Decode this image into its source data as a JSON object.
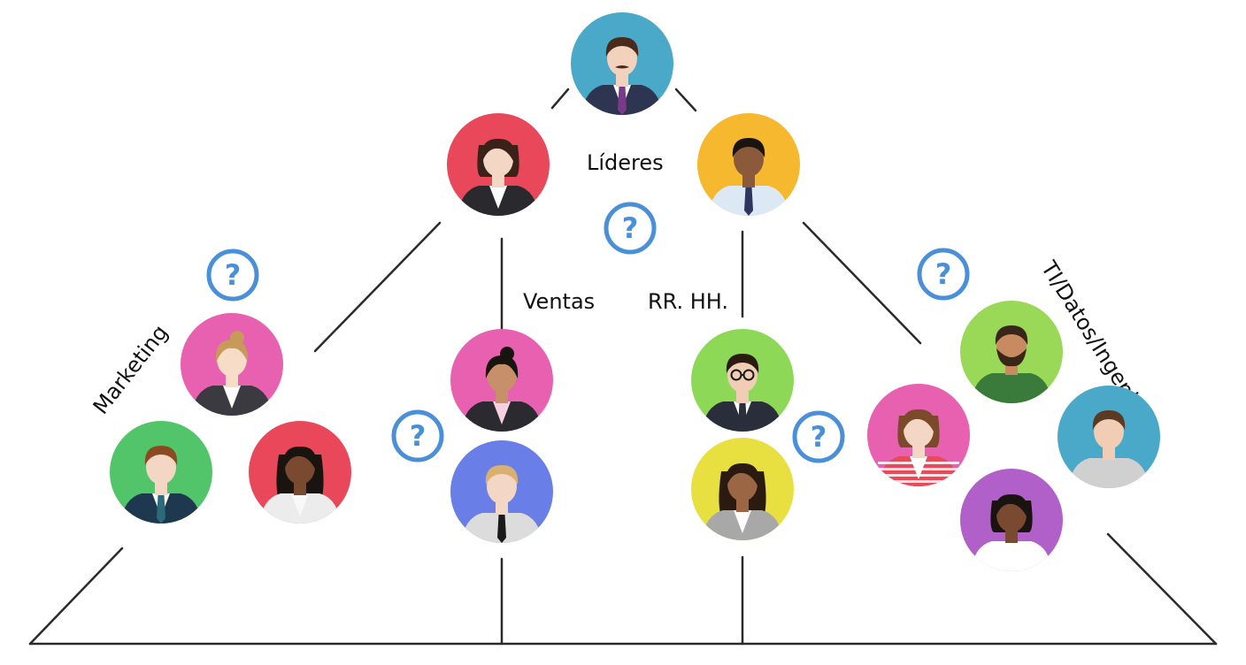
{
  "labels": {
    "leaders": "Líderes",
    "sales": "Ventas",
    "hr": "RR. HH.",
    "marketing": "Marketing",
    "it": "TI/Datos/Ingeniería"
  },
  "question_mark": "?",
  "colors": {
    "line": "#2b2b2b",
    "question_ring": "#4a90d9",
    "text": "#111111"
  },
  "people": [
    {
      "name": "ceo",
      "bg": "#4aa8c8",
      "suit": "#2d3550",
      "shirt": "#ffffff",
      "tie": "#7a3a8a",
      "skin": "#f2d2bc",
      "hair": "#4a2a1a",
      "hairStyle": "short",
      "mustache": true
    },
    {
      "name": "leader-left",
      "bg": "#e8485a",
      "suit": "#2a2a2e",
      "shirt": "#ffffff",
      "tie": null,
      "skin": "#f4d6c4",
      "hair": "#3a2218",
      "hairStyle": "bob"
    },
    {
      "name": "leader-right",
      "bg": "#f5b82e",
      "suit": "#dde8f5",
      "shirt": "#dde8f5",
      "tie": "#2d3560",
      "skin": "#8a5a3a",
      "hair": "#1a1410",
      "hairStyle": "short"
    },
    {
      "name": "marketing-1",
      "bg": "#e860b0",
      "suit": "#3a3a40",
      "shirt": "#ffffff",
      "tie": null,
      "skin": "#f7dcc8",
      "hair": "#c89a5a",
      "hairStyle": "bun"
    },
    {
      "name": "marketing-2",
      "bg": "#52c46a",
      "suit": "#1e3850",
      "shirt": "#ffffff",
      "tie": "#2a6a7a",
      "skin": "#f4d6c4",
      "hair": "#8a4a22",
      "hairStyle": "short"
    },
    {
      "name": "marketing-3",
      "bg": "#e8485a",
      "suit": "#ececec",
      "shirt": "#f8f8f8",
      "tie": null,
      "skin": "#7a4a30",
      "hair": "#1a1410",
      "hairStyle": "long"
    },
    {
      "name": "sales-1",
      "bg": "#e860b0",
      "suit": "#2a2a30",
      "shirt": "#f5d0e0",
      "tie": null,
      "skin": "#c8906a",
      "hair": "#1a1410",
      "hairStyle": "bun"
    },
    {
      "name": "sales-2",
      "bg": "#6a7ee8",
      "suit": "#dcdcdc",
      "shirt": "#dcdcdc",
      "tie": "#1a1a1a",
      "skin": "#f4d6c4",
      "hair": "#d8b070",
      "hairStyle": "short"
    },
    {
      "name": "hr-1",
      "bg": "#8ed858",
      "suit": "#2a2e3a",
      "shirt": "#ffffff",
      "tie": "#2a2e3a",
      "skin": "#f0cdb4",
      "hair": "#2a1a10",
      "hairStyle": "short",
      "glasses": true
    },
    {
      "name": "hr-2",
      "bg": "#e8e040",
      "suit": "#a8a8a8",
      "shirt": "#ffffff",
      "tie": null,
      "skin": "#9a6644",
      "hair": "#2a1a10",
      "hairStyle": "long"
    },
    {
      "name": "it-1",
      "bg": "#9ad858",
      "suit": "#3a7a3a",
      "shirt": "#3a7a3a",
      "tie": null,
      "skin": "#c88a60",
      "hair": "#3a2618",
      "hairStyle": "short",
      "beard": true
    },
    {
      "name": "it-2",
      "bg": "#e860b0",
      "suit": "#e84a5a",
      "shirt": "#ffffff",
      "tie": null,
      "skin": "#f4d6c4",
      "hair": "#7a4a2a",
      "hairStyle": "bob",
      "stripes": true
    },
    {
      "name": "it-3",
      "bg": "#4aa8c8",
      "suit": "#d0d0d0",
      "shirt": "#d0d0d0",
      "tie": null,
      "skin": "#f0cdb4",
      "hair": "#5a3a22",
      "hairStyle": "short"
    },
    {
      "name": "it-4",
      "bg": "#b060c8",
      "suit": "#ffffff",
      "shirt": "#ffffff",
      "tie": null,
      "skin": "#7a4a30",
      "hair": "#1a1410",
      "hairStyle": "bob"
    }
  ]
}
